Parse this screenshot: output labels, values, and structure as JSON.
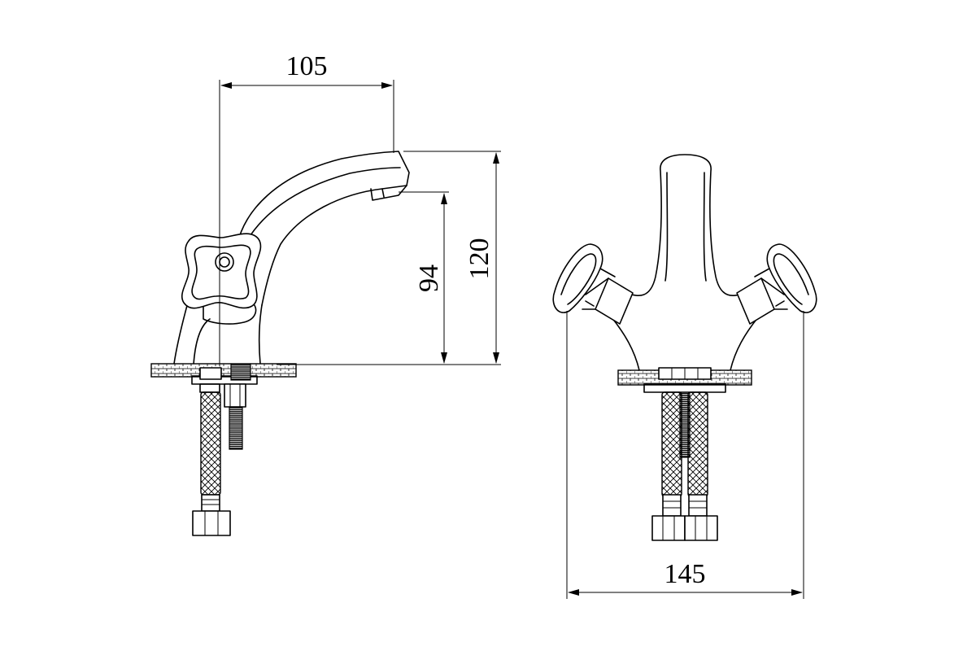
{
  "dimensions": {
    "spout_reach": "105",
    "spout_height": "94",
    "total_height": "120",
    "total_width": "145"
  },
  "colors": {
    "line": "#000000",
    "background": "#ffffff"
  }
}
